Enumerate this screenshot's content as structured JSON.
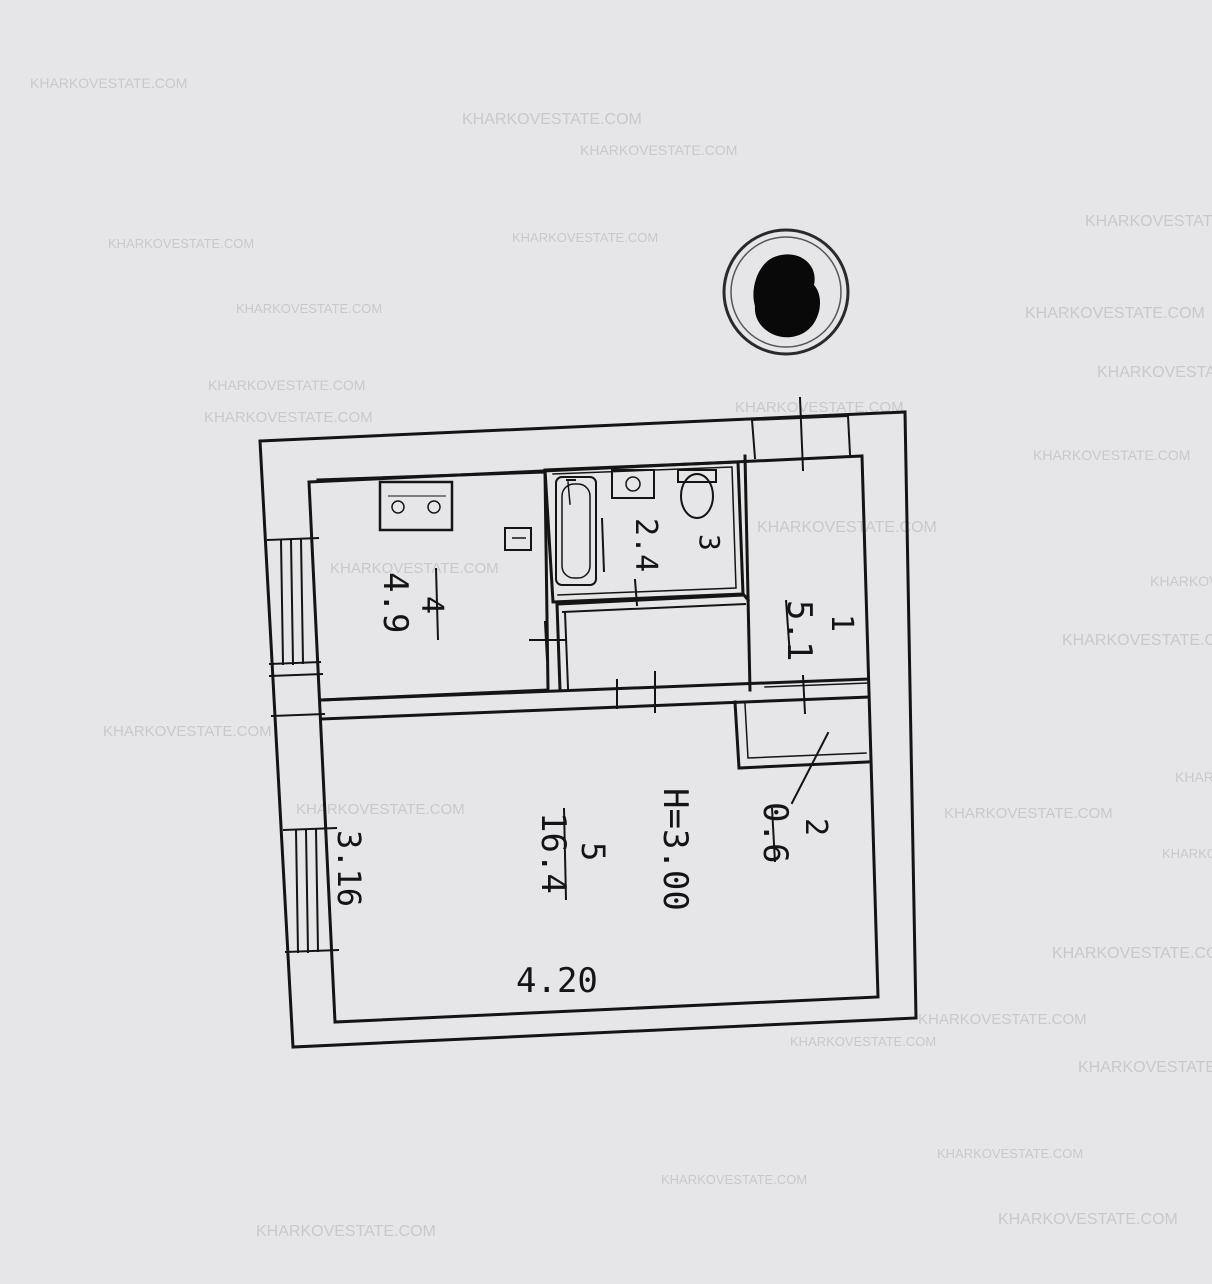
{
  "watermark": {
    "text": "KHARKOVESTATE.COM",
    "color": "#c6c6c9"
  },
  "plan": {
    "line_color": "#141414",
    "paper_color": "#e6e6e8",
    "rooms": [
      {
        "number": "1",
        "area": "5.1"
      },
      {
        "number": "2",
        "area": "0.6"
      },
      {
        "number": "3",
        "area": "2.4"
      },
      {
        "number": "4",
        "area": "4.9"
      },
      {
        "number": "5",
        "area": "16.4"
      }
    ],
    "ceiling_height": "H=3.00",
    "dimensions": {
      "width": "4.20",
      "depth": "3.16"
    }
  }
}
